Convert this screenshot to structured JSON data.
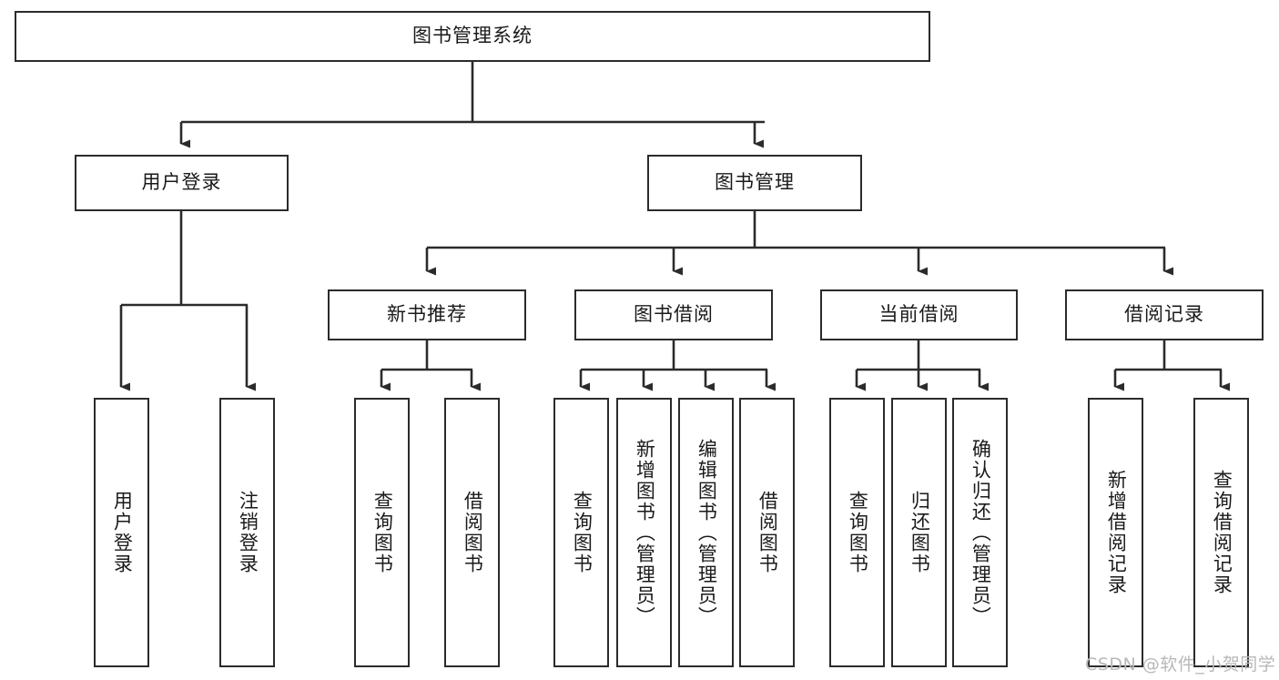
{
  "diagram": {
    "title": "图书管理系统",
    "type": "tree-hierarchy-diagram",
    "root": {
      "label": "图书管理系统"
    },
    "level2": [
      {
        "label": "用户登录"
      },
      {
        "label": "图书管理"
      }
    ],
    "level3": [
      {
        "label": "新书推荐"
      },
      {
        "label": "图书借阅"
      },
      {
        "label": "当前借阅"
      },
      {
        "label": "借阅记录"
      }
    ],
    "leaves": {
      "user_login": [
        {
          "label": "用户登录"
        },
        {
          "label": "注销登录"
        }
      ],
      "new_book_recommend": [
        {
          "label": "查询图书"
        },
        {
          "label": "借阅图书"
        }
      ],
      "book_borrow": [
        {
          "label": "查询图书"
        },
        {
          "label": "新增图书（管理员）"
        },
        {
          "label": "编辑图书（管理员）"
        },
        {
          "label": "借阅图书"
        }
      ],
      "current_borrow": [
        {
          "label": "查询图书"
        },
        {
          "label": "归还图书"
        },
        {
          "label": "确认归还（管理员）"
        }
      ],
      "borrow_record": [
        {
          "label": "新增借阅记录"
        },
        {
          "label": "查询借阅记录"
        }
      ]
    },
    "watermark": "CSDN @软件_小贺同学",
    "colors": {
      "stroke": "#2b2b2b",
      "fill": "#ffffff",
      "text": "#1a1a1a",
      "watermark": "#b8b8b8"
    }
  }
}
